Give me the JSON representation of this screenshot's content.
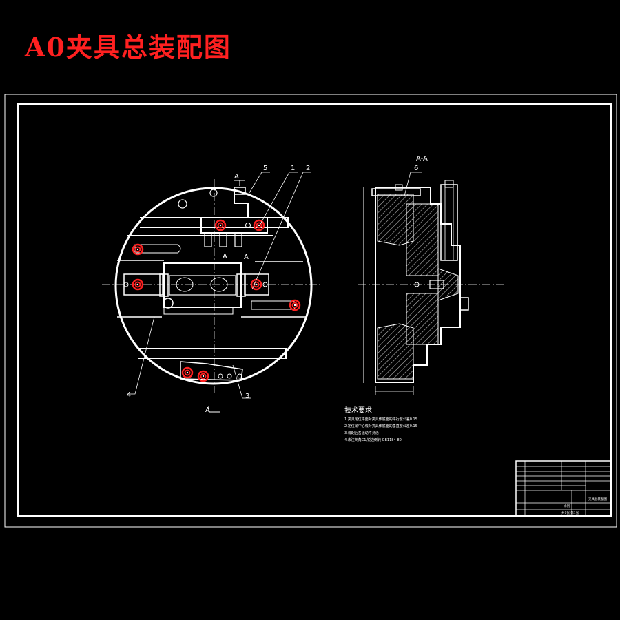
{
  "title": "A0夹具总装配图",
  "section_label": "A-A",
  "view_marks": {
    "top": "A",
    "bottom": "A",
    "mid_left": "A",
    "mid_right": "A"
  },
  "callouts": [
    "1",
    "2",
    "3",
    "4",
    "5",
    "6"
  ],
  "tech_requirements": {
    "heading": "技术要求",
    "items": [
      "1.夹具定位平面对夹具体底面的平行度公差0.15",
      "2.定位销中心线对夹具体底面的垂直度公差0.15",
      "3.装配后各运动件灵活",
      "4.未注倒角C1,锐边倒钝 GB1184-80"
    ]
  },
  "title_block": {
    "drawing_name": "夹具总装配图",
    "scale_note": "比例",
    "sheet_note": "共1张 第1张"
  },
  "colors": {
    "line": "#ffffff",
    "accent": "#ff2020",
    "hatch": "#cccccc",
    "background": "#000000"
  }
}
